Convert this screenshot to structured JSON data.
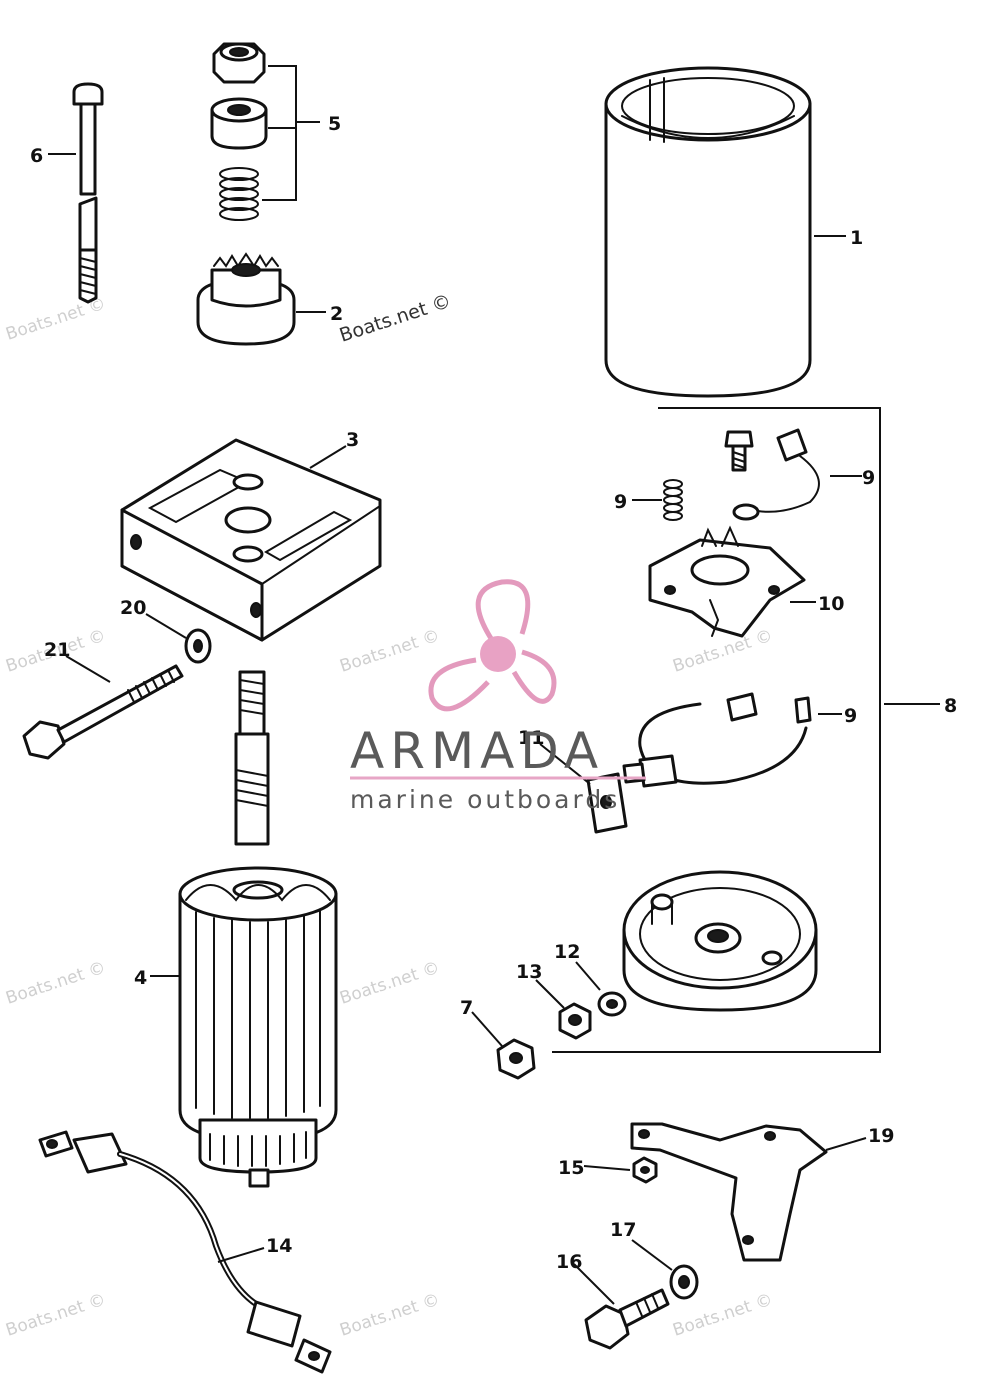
{
  "brand": {
    "title": "ARMADA",
    "subtitle": "marine outboards",
    "logo": "propeller-icon",
    "colors": {
      "accent": "#e8a2c4",
      "text": "#5a5a5a"
    }
  },
  "watermark": {
    "text": "Boats.net ©"
  },
  "callouts": [
    {
      "id": "1",
      "label": "1"
    },
    {
      "id": "2",
      "label": "2"
    },
    {
      "id": "3",
      "label": "3"
    },
    {
      "id": "4",
      "label": "4"
    },
    {
      "id": "5",
      "label": "5"
    },
    {
      "id": "6",
      "label": "6"
    },
    {
      "id": "7",
      "label": "7"
    },
    {
      "id": "8",
      "label": "8"
    },
    {
      "id": "9a",
      "label": "9"
    },
    {
      "id": "9b",
      "label": "9"
    },
    {
      "id": "9c",
      "label": "9"
    },
    {
      "id": "10",
      "label": "10"
    },
    {
      "id": "11",
      "label": "11"
    },
    {
      "id": "12",
      "label": "12"
    },
    {
      "id": "13",
      "label": "13"
    },
    {
      "id": "14",
      "label": "14"
    },
    {
      "id": "15",
      "label": "15"
    },
    {
      "id": "16",
      "label": "16"
    },
    {
      "id": "17",
      "label": "17"
    },
    {
      "id": "19",
      "label": "19"
    },
    {
      "id": "20",
      "label": "20"
    },
    {
      "id": "21",
      "label": "21"
    }
  ]
}
